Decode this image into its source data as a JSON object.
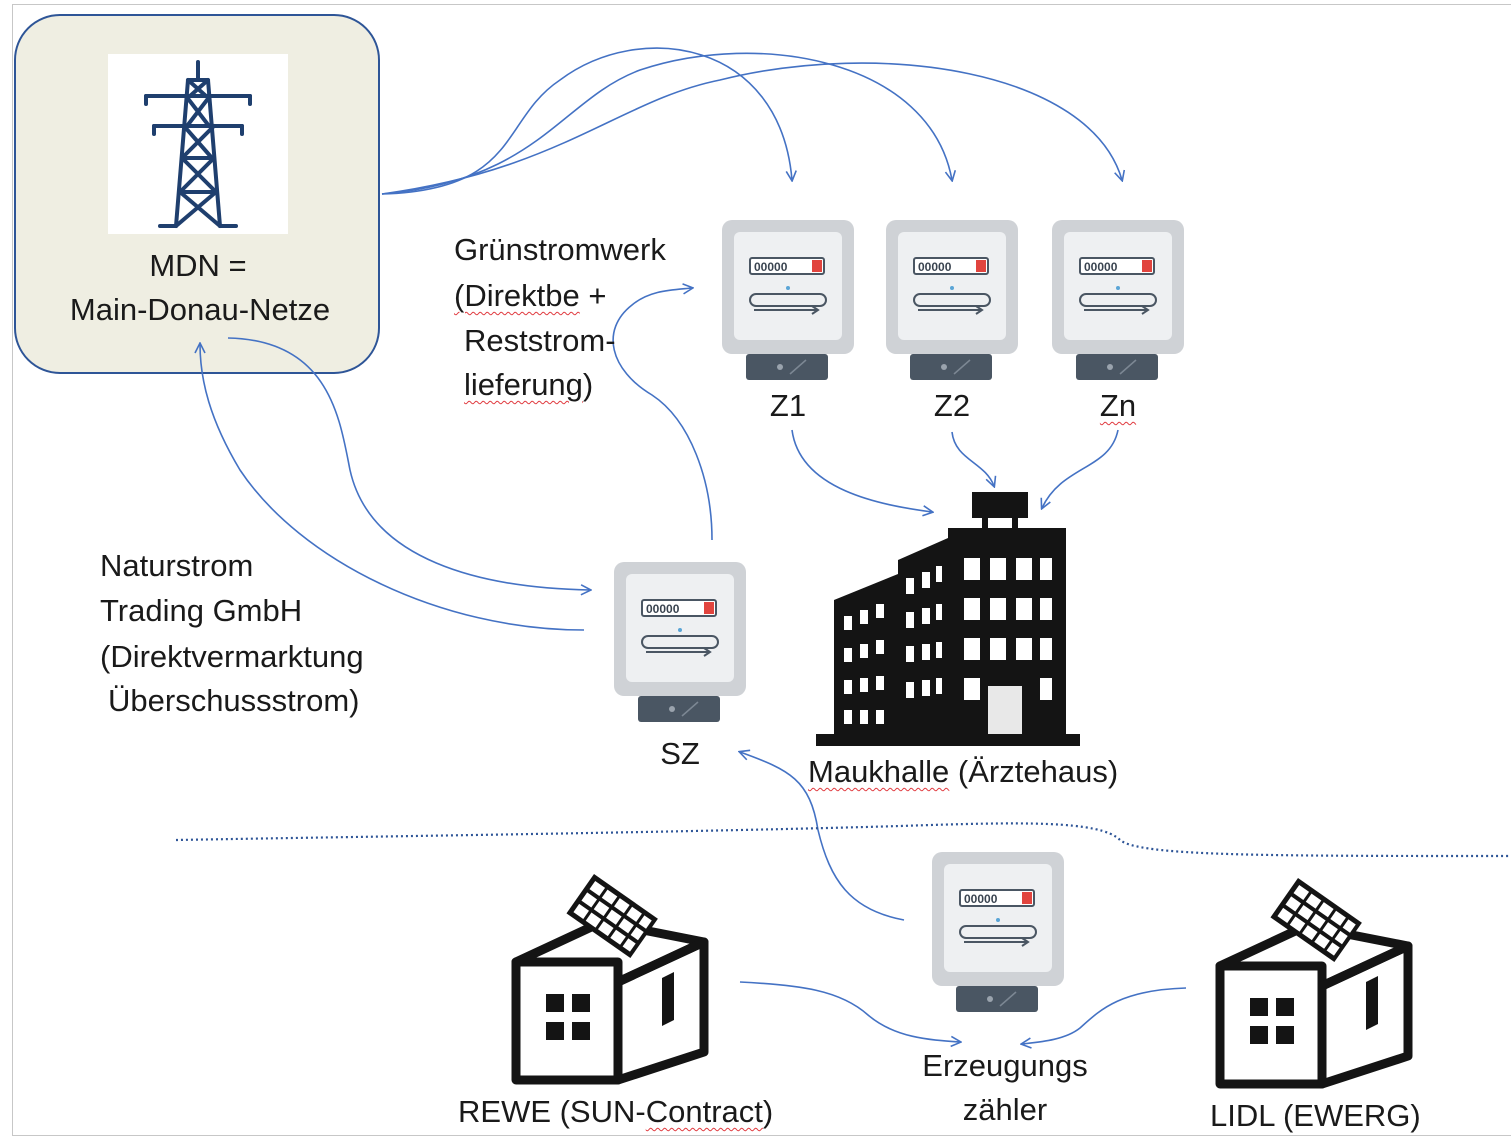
{
  "grid": {
    "name": "MDN =",
    "name_full": "Main-Donau-Netze"
  },
  "green_supplier": {
    "name": "Grünstromwerk",
    "line2_part1": "(Direktbe",
    "line2_part2": " +",
    "line3": "Reststrom-",
    "line4_part1": "lieferung",
    "line4_part2": ")"
  },
  "trader": {
    "line1": "Naturstrom",
    "line2": "Trading GmbH",
    "line3": "(Direktvermarktung",
    "line4": "Überschussstrom)"
  },
  "meters": {
    "z1": "Z1",
    "z2": "Z2",
    "zn": "Zn",
    "sz": "SZ",
    "gen_line1": "Erzeugungs",
    "gen_line2": "zähler",
    "counter_digits": "00000",
    "counter_last_digit": "0"
  },
  "consumer": {
    "name_part1": "Maukhalle",
    "name_part2": " (Ärztehaus)"
  },
  "producers": {
    "rewe_part1": "REWE (SUN-",
    "rewe_part2": "Contract",
    "rewe_part3": ")",
    "lidl": "LIDL (EWERG)"
  },
  "colors": {
    "arrow": "#4472c4",
    "box_border": "#2e5597",
    "box_fill": "#efeee2",
    "pylon": "#1f3f6e",
    "icon_dark": "#141414",
    "meter_body": "#cfd2d6",
    "meter_face": "#eef0f2",
    "meter_base": "#4a5663",
    "digit_red": "#e1443e"
  }
}
